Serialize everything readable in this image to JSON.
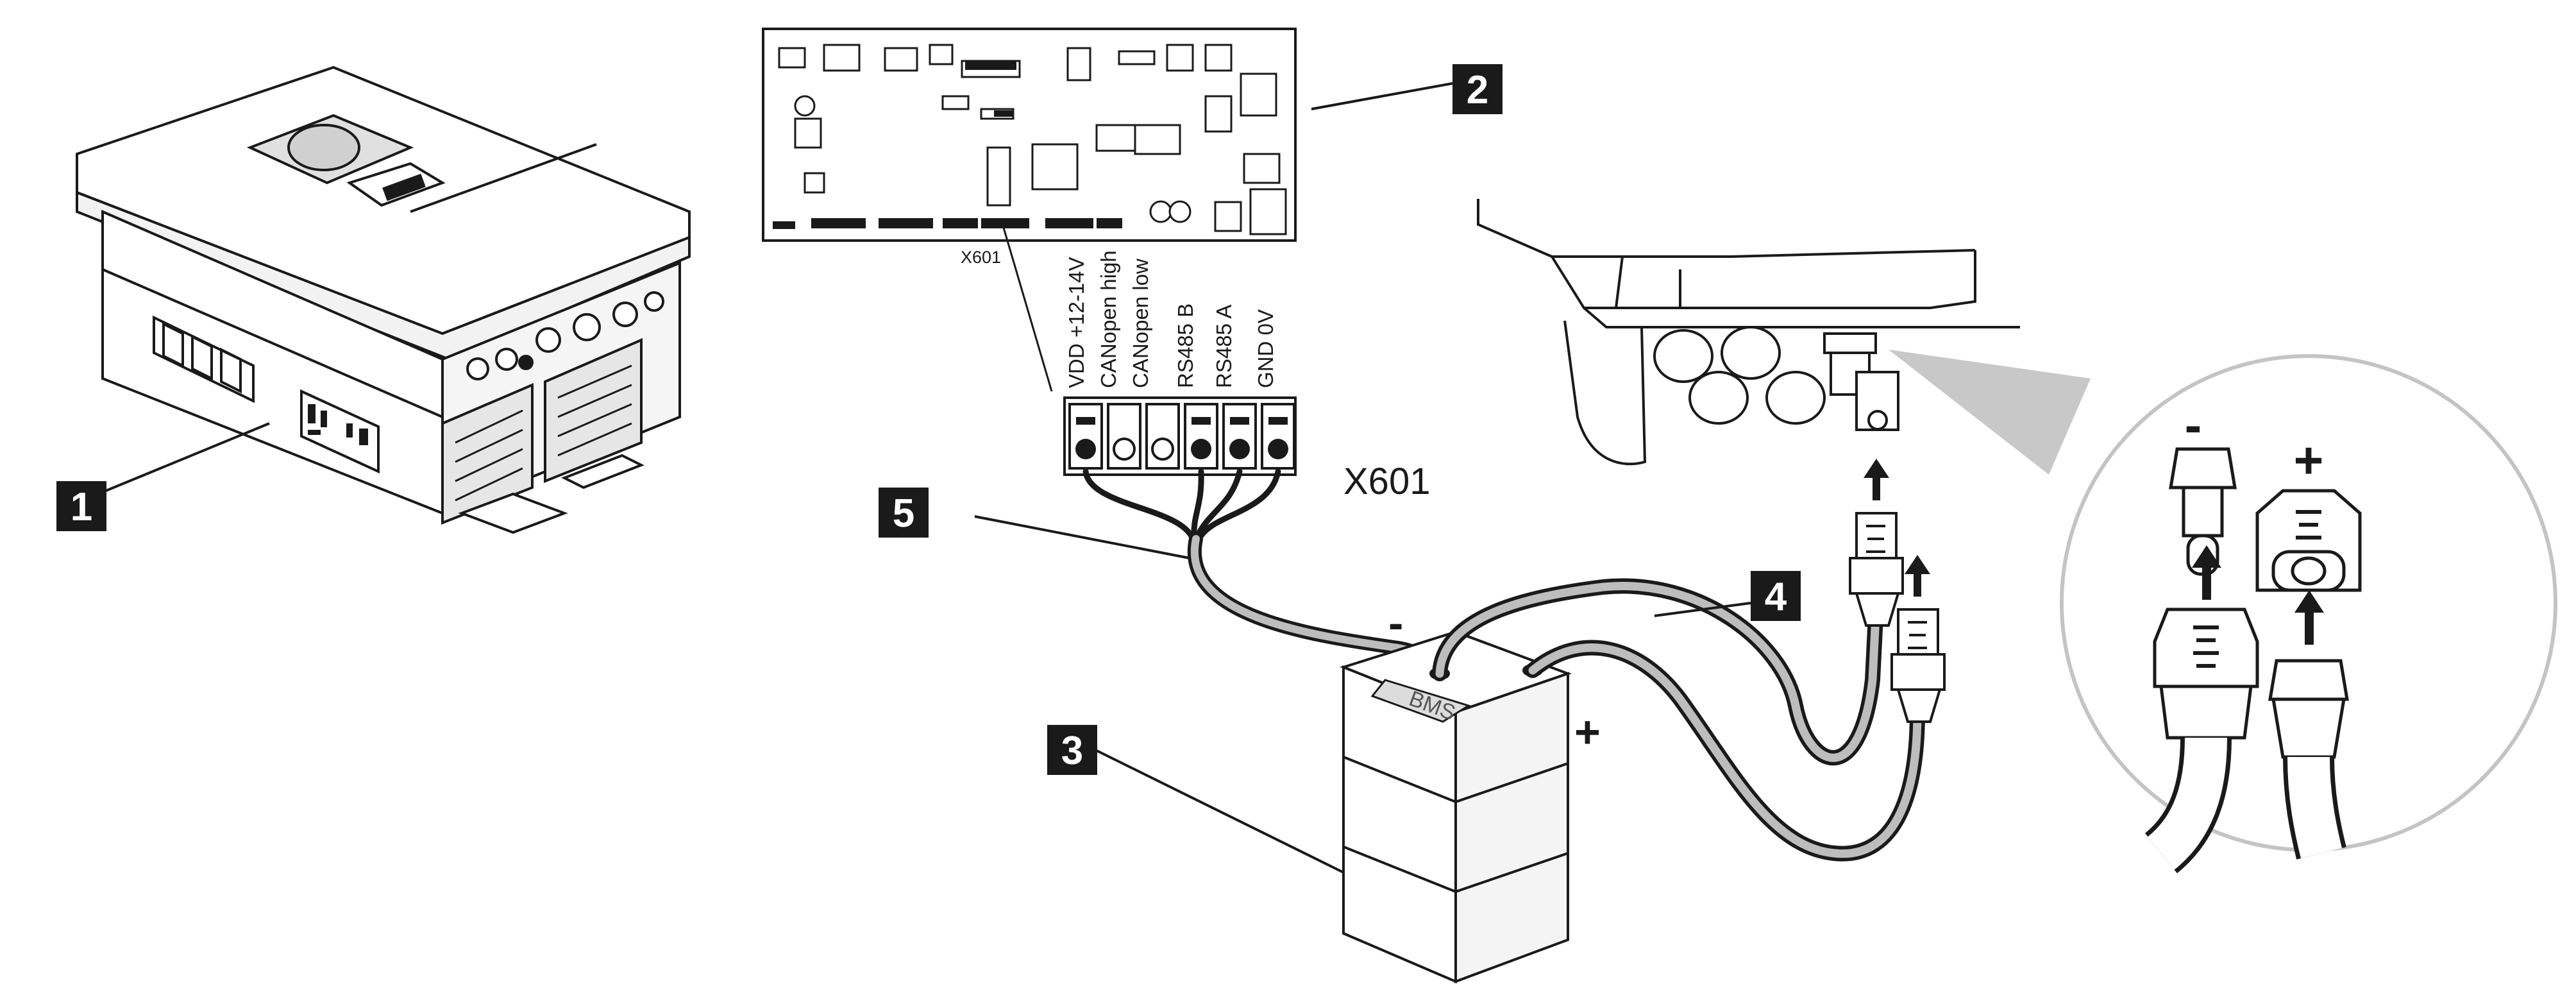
{
  "callouts": {
    "c1": "1",
    "c2": "2",
    "c3": "3",
    "c4": "4",
    "c5": "5"
  },
  "terminal": {
    "label_large": "X601",
    "label_small": "X601",
    "pins": [
      "VDD +12-14V",
      "CANopen high",
      "CANopen low",
      "RS485 B",
      "RS485 A",
      "GND 0V"
    ]
  },
  "battery": {
    "bms_label": "BMS",
    "minus": "-",
    "plus": "+"
  },
  "inset": {
    "minus": "-",
    "plus": "+"
  }
}
